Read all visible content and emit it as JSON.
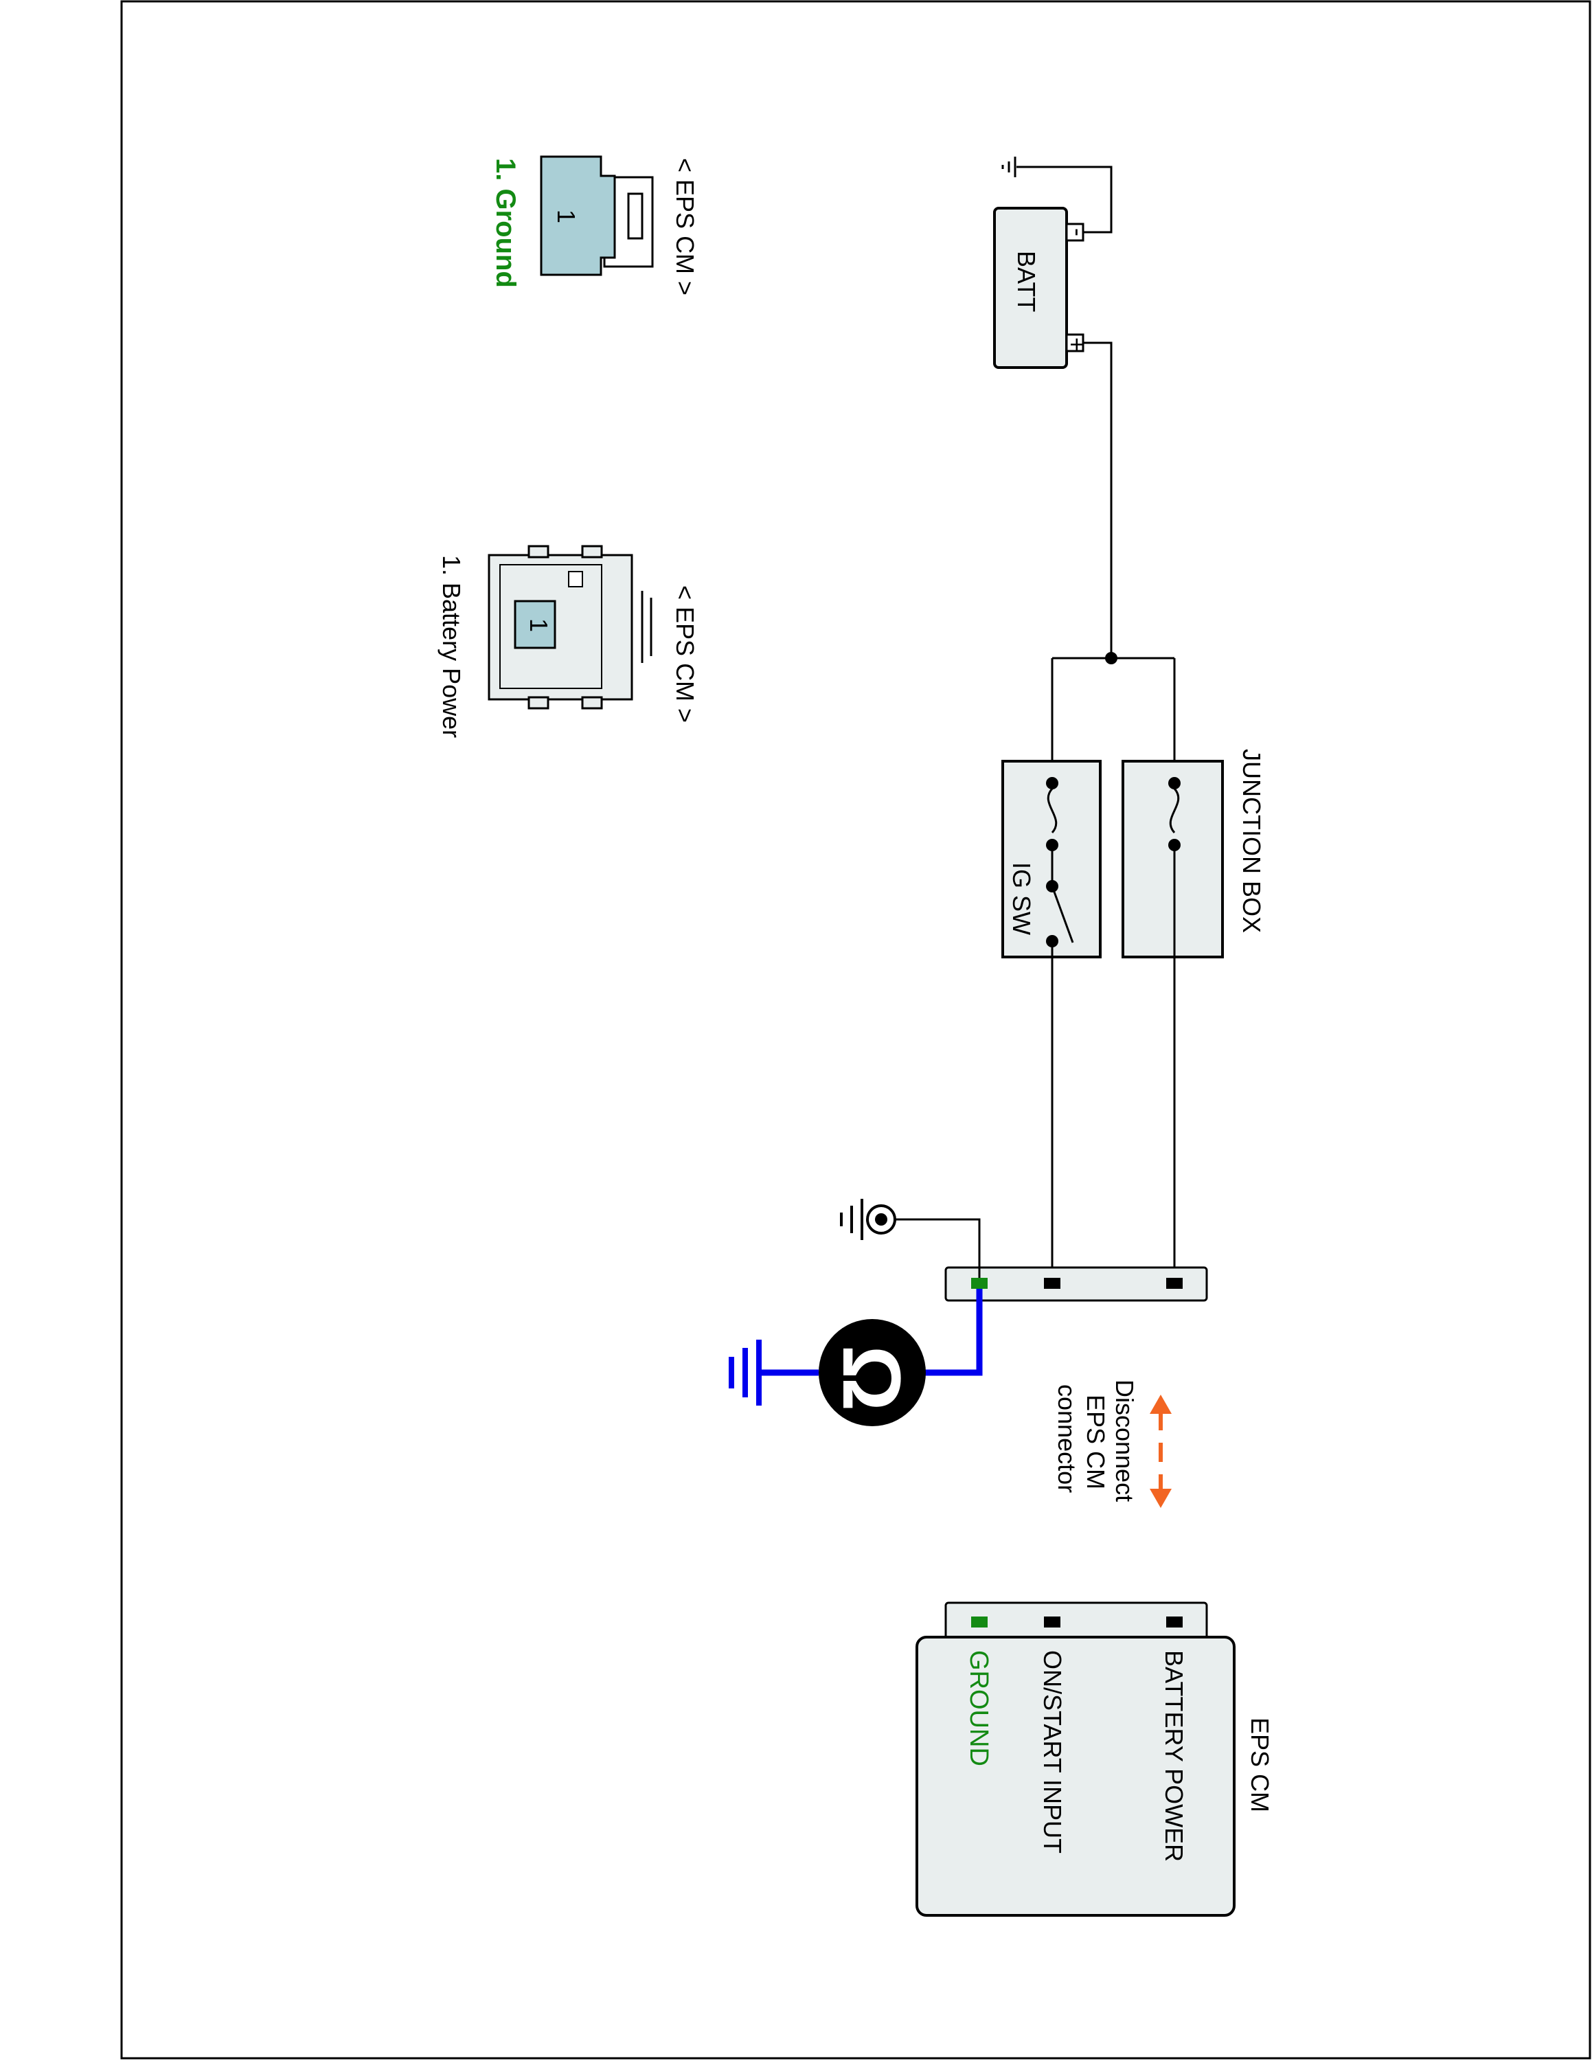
{
  "connectors": {
    "ground_title": "< EPS CM >",
    "ground_pin_num": "1",
    "ground_pin_label": "1. Ground",
    "power_title": "< EPS CM >",
    "power_pin_num": "1",
    "power_pin_label": "1. Battery Power"
  },
  "schematic": {
    "batt_label": "BATT",
    "batt_minus": "-",
    "batt_plus": "+",
    "junction_box_label": "JUNCTION BOX",
    "ig_sw_label": "IG SW",
    "ohm_symbol": "Ω",
    "disconnect_line1": "Disconnect",
    "disconnect_line2": "EPS CM",
    "disconnect_line3": "connector",
    "module_title": "EPS CM",
    "pin_battery_power": "BATTERY POWER",
    "pin_on_start": "ON/START INPUT",
    "pin_ground": "GROUND"
  },
  "colors": {
    "ground": "#138a13",
    "meter_wire": "#0000ee",
    "arrow": "#f26522",
    "connector_fill": "#aacfd6"
  }
}
